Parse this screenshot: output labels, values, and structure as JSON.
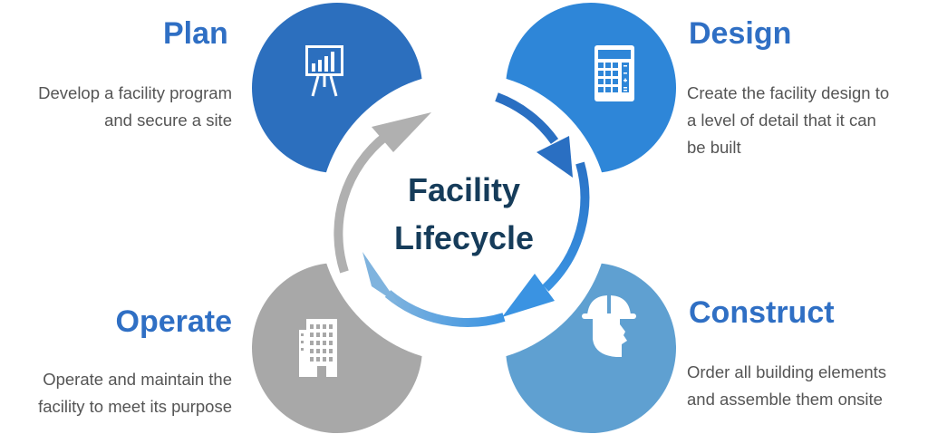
{
  "center_title": {
    "line1": "Facility",
    "line2": "Lifecycle"
  },
  "colors": {
    "plan": "#2c6fbe",
    "design": "#2e86d8",
    "construct": "#5fa0d1",
    "operate": "#a8a8a8",
    "heading": "#2f6fc4",
    "center_text": "#163c5a",
    "arrow_gray": "#b0b0b0"
  },
  "stages": {
    "plan": {
      "title": "Plan",
      "lines": [
        "Develop a facility program",
        "and secure a site"
      ],
      "icon": "presentation-board-icon"
    },
    "design": {
      "title": "Design",
      "lines": [
        "Create the facility design to",
        "a level of detail that it can",
        "be built"
      ],
      "icon": "calculator-icon"
    },
    "construct": {
      "title": "Construct",
      "lines": [
        "Order all building elements",
        "and assemble them onsite"
      ],
      "icon": "hard-hat-worker-icon"
    },
    "operate": {
      "title": "Operate",
      "lines": [
        "Operate and maintain the",
        "facility to meet its purpose"
      ],
      "icon": "office-building-icon"
    }
  }
}
